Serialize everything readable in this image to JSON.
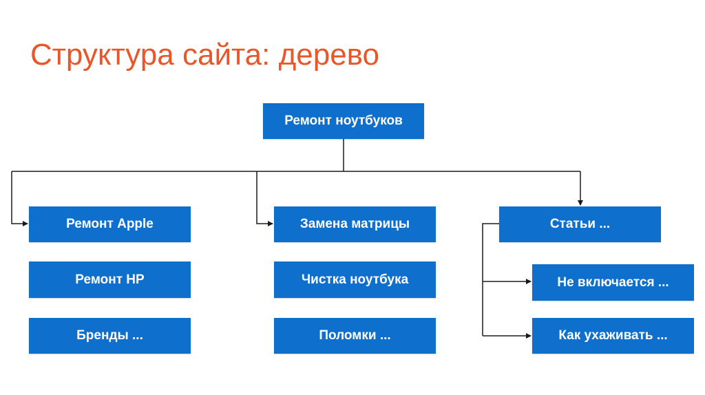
{
  "title": "Структура сайта: дерево",
  "colors": {
    "title": "#e8572a",
    "node_fill": "#0f6fcc",
    "node_text": "#ffffff",
    "connector": "#1a1a1a"
  },
  "tree": {
    "root": "Ремонт ноутбуков",
    "columns": [
      {
        "head": "Ремонт Apple",
        "items": [
          "Ремонт HP",
          "Бренды ..."
        ]
      },
      {
        "head": "Замена матрицы",
        "items": [
          "Чистка ноутбука",
          "Поломки ..."
        ]
      },
      {
        "head": "Статьи ...",
        "items": [
          "Не включается ...",
          "Как ухаживать ..."
        ]
      }
    ]
  }
}
